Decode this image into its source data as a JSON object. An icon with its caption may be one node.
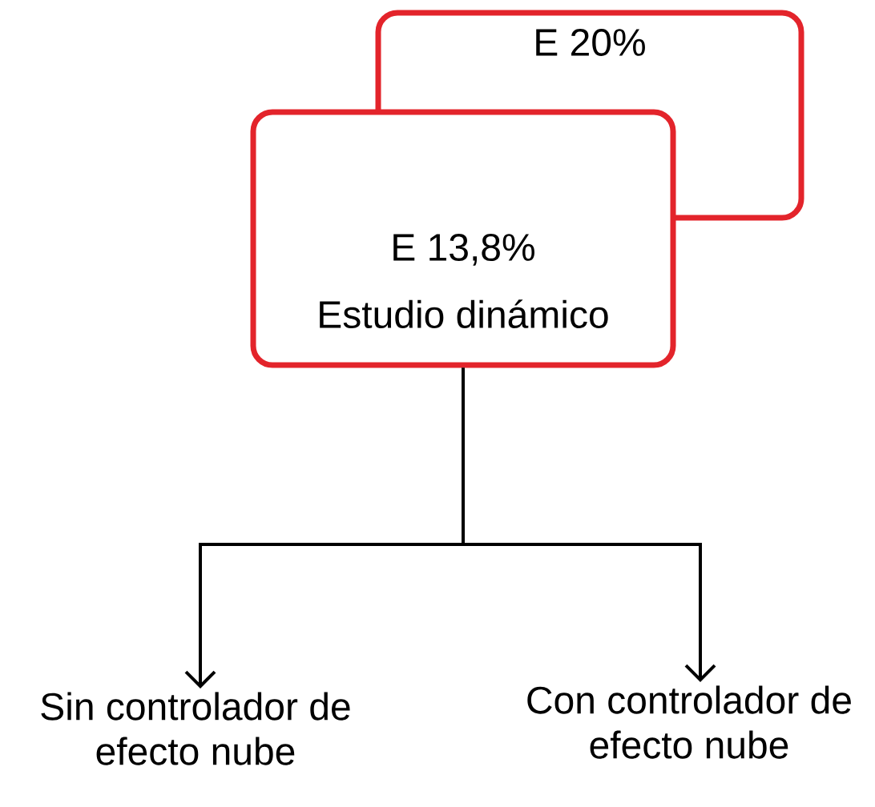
{
  "diagram": {
    "nodes": [
      {
        "text": [
          "E 20%"
        ]
      },
      {
        "text": [
          "E 13,8%",
          "Estudio dinámico"
        ]
      },
      {
        "text": [
          "Sin controlador de efecto nube"
        ]
      },
      {
        "text": [
          "Con controlador de efecto nube"
        ]
      }
    ],
    "edges": [
      {
        "from": 1,
        "to": 2,
        "arrow": "to"
      },
      {
        "from": 1,
        "to": 3,
        "arrow": "to"
      }
    ]
  }
}
